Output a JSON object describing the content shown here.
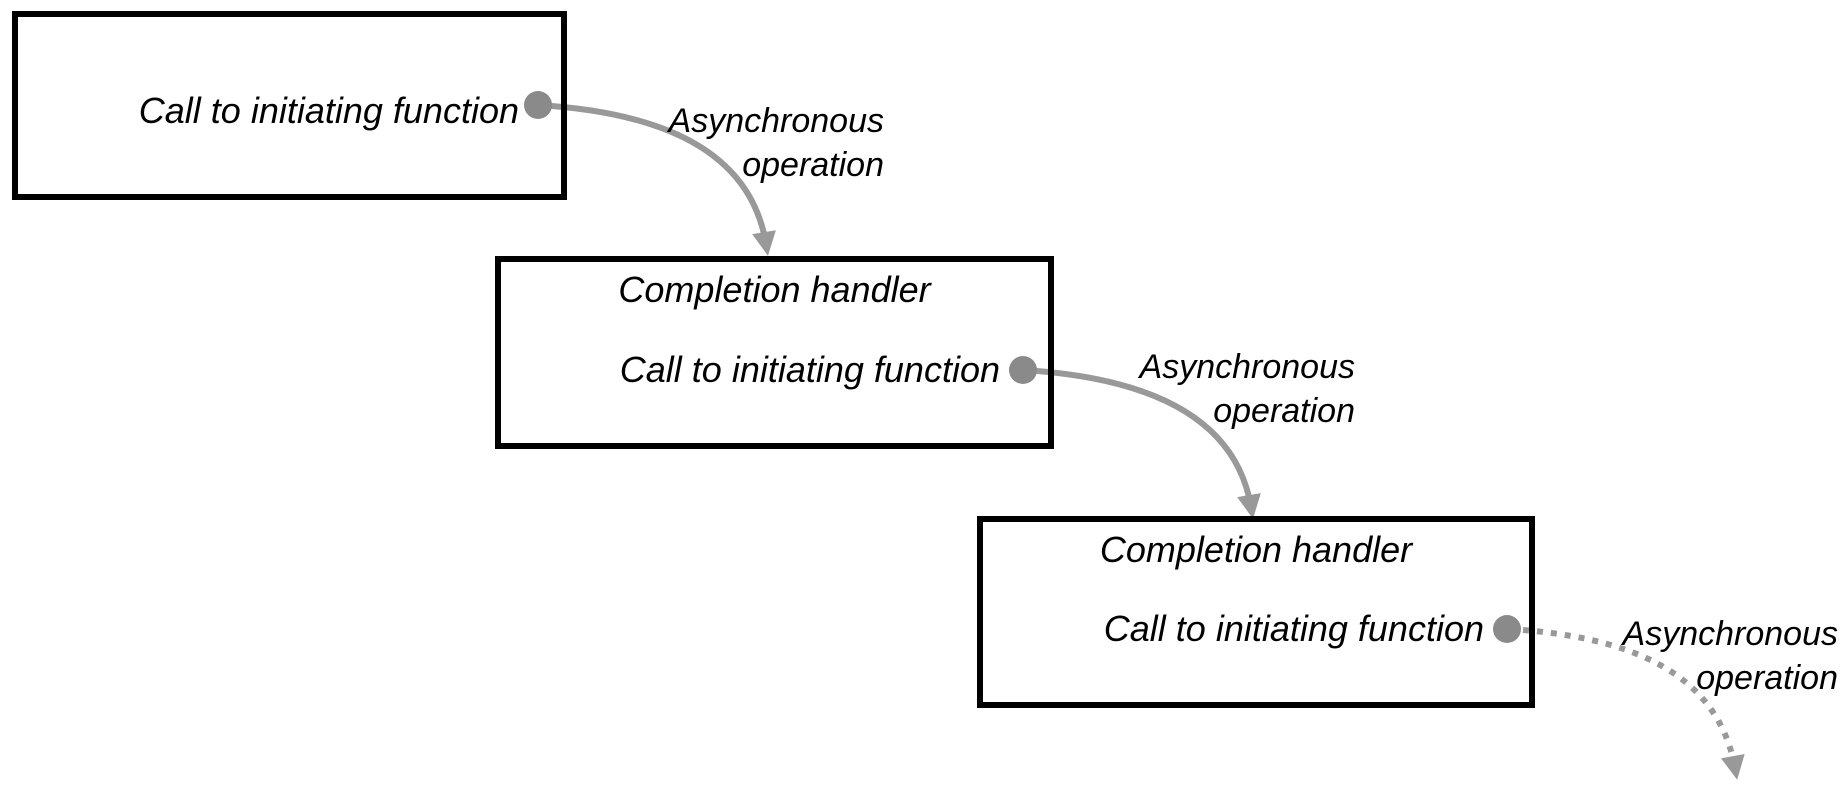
{
  "boxes": [
    {
      "name": "initiating-function-box",
      "call_label": "Call to initiating function"
    },
    {
      "name": "completion-handler-box-1",
      "title": "Completion handler",
      "call_label": "Call to initiating function"
    },
    {
      "name": "completion-handler-box-2",
      "title": "Completion handler",
      "call_label": "Call to initiating function"
    }
  ],
  "arrows": [
    {
      "label_line1": "Asynchronous",
      "label_line2": "operation",
      "style": "solid"
    },
    {
      "label_line1": "Asynchronous",
      "label_line2": "operation",
      "style": "solid"
    },
    {
      "label_line1": "Asynchronous",
      "label_line2": "operation",
      "style": "dotted"
    }
  ],
  "colors": {
    "connector": "#999999",
    "dot": "#8a8a8a",
    "box_border": "#000000",
    "text": "#000000",
    "background": "#ffffff"
  }
}
